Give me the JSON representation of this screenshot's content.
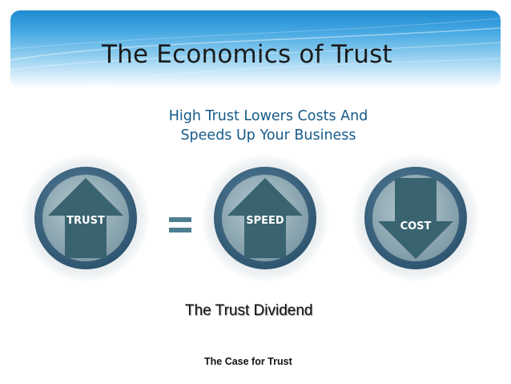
{
  "slide": {
    "title": "The Economics of Trust",
    "subtitle": "High Trust Lowers Costs And Speeds Up Your Business",
    "dividend": "The Trust Dividend",
    "footer": "The Case for Trust"
  },
  "diagram": {
    "circles": [
      {
        "label": "TRUST",
        "arrow": "up-arrow-icon"
      },
      {
        "label": "SPEED",
        "arrow": "up-arrow-icon"
      },
      {
        "label": "COST",
        "arrow": "down-arrow-icon"
      }
    ],
    "operator": "="
  },
  "colors": {
    "banner_top": "#1e8ad1",
    "title_text": "#1b1b1b",
    "subtitle_text": "#155a8a",
    "circle_fill": "#8fa9b4",
    "arrow_fill": "#3a6370",
    "operator_fill": "#4d7e91"
  }
}
